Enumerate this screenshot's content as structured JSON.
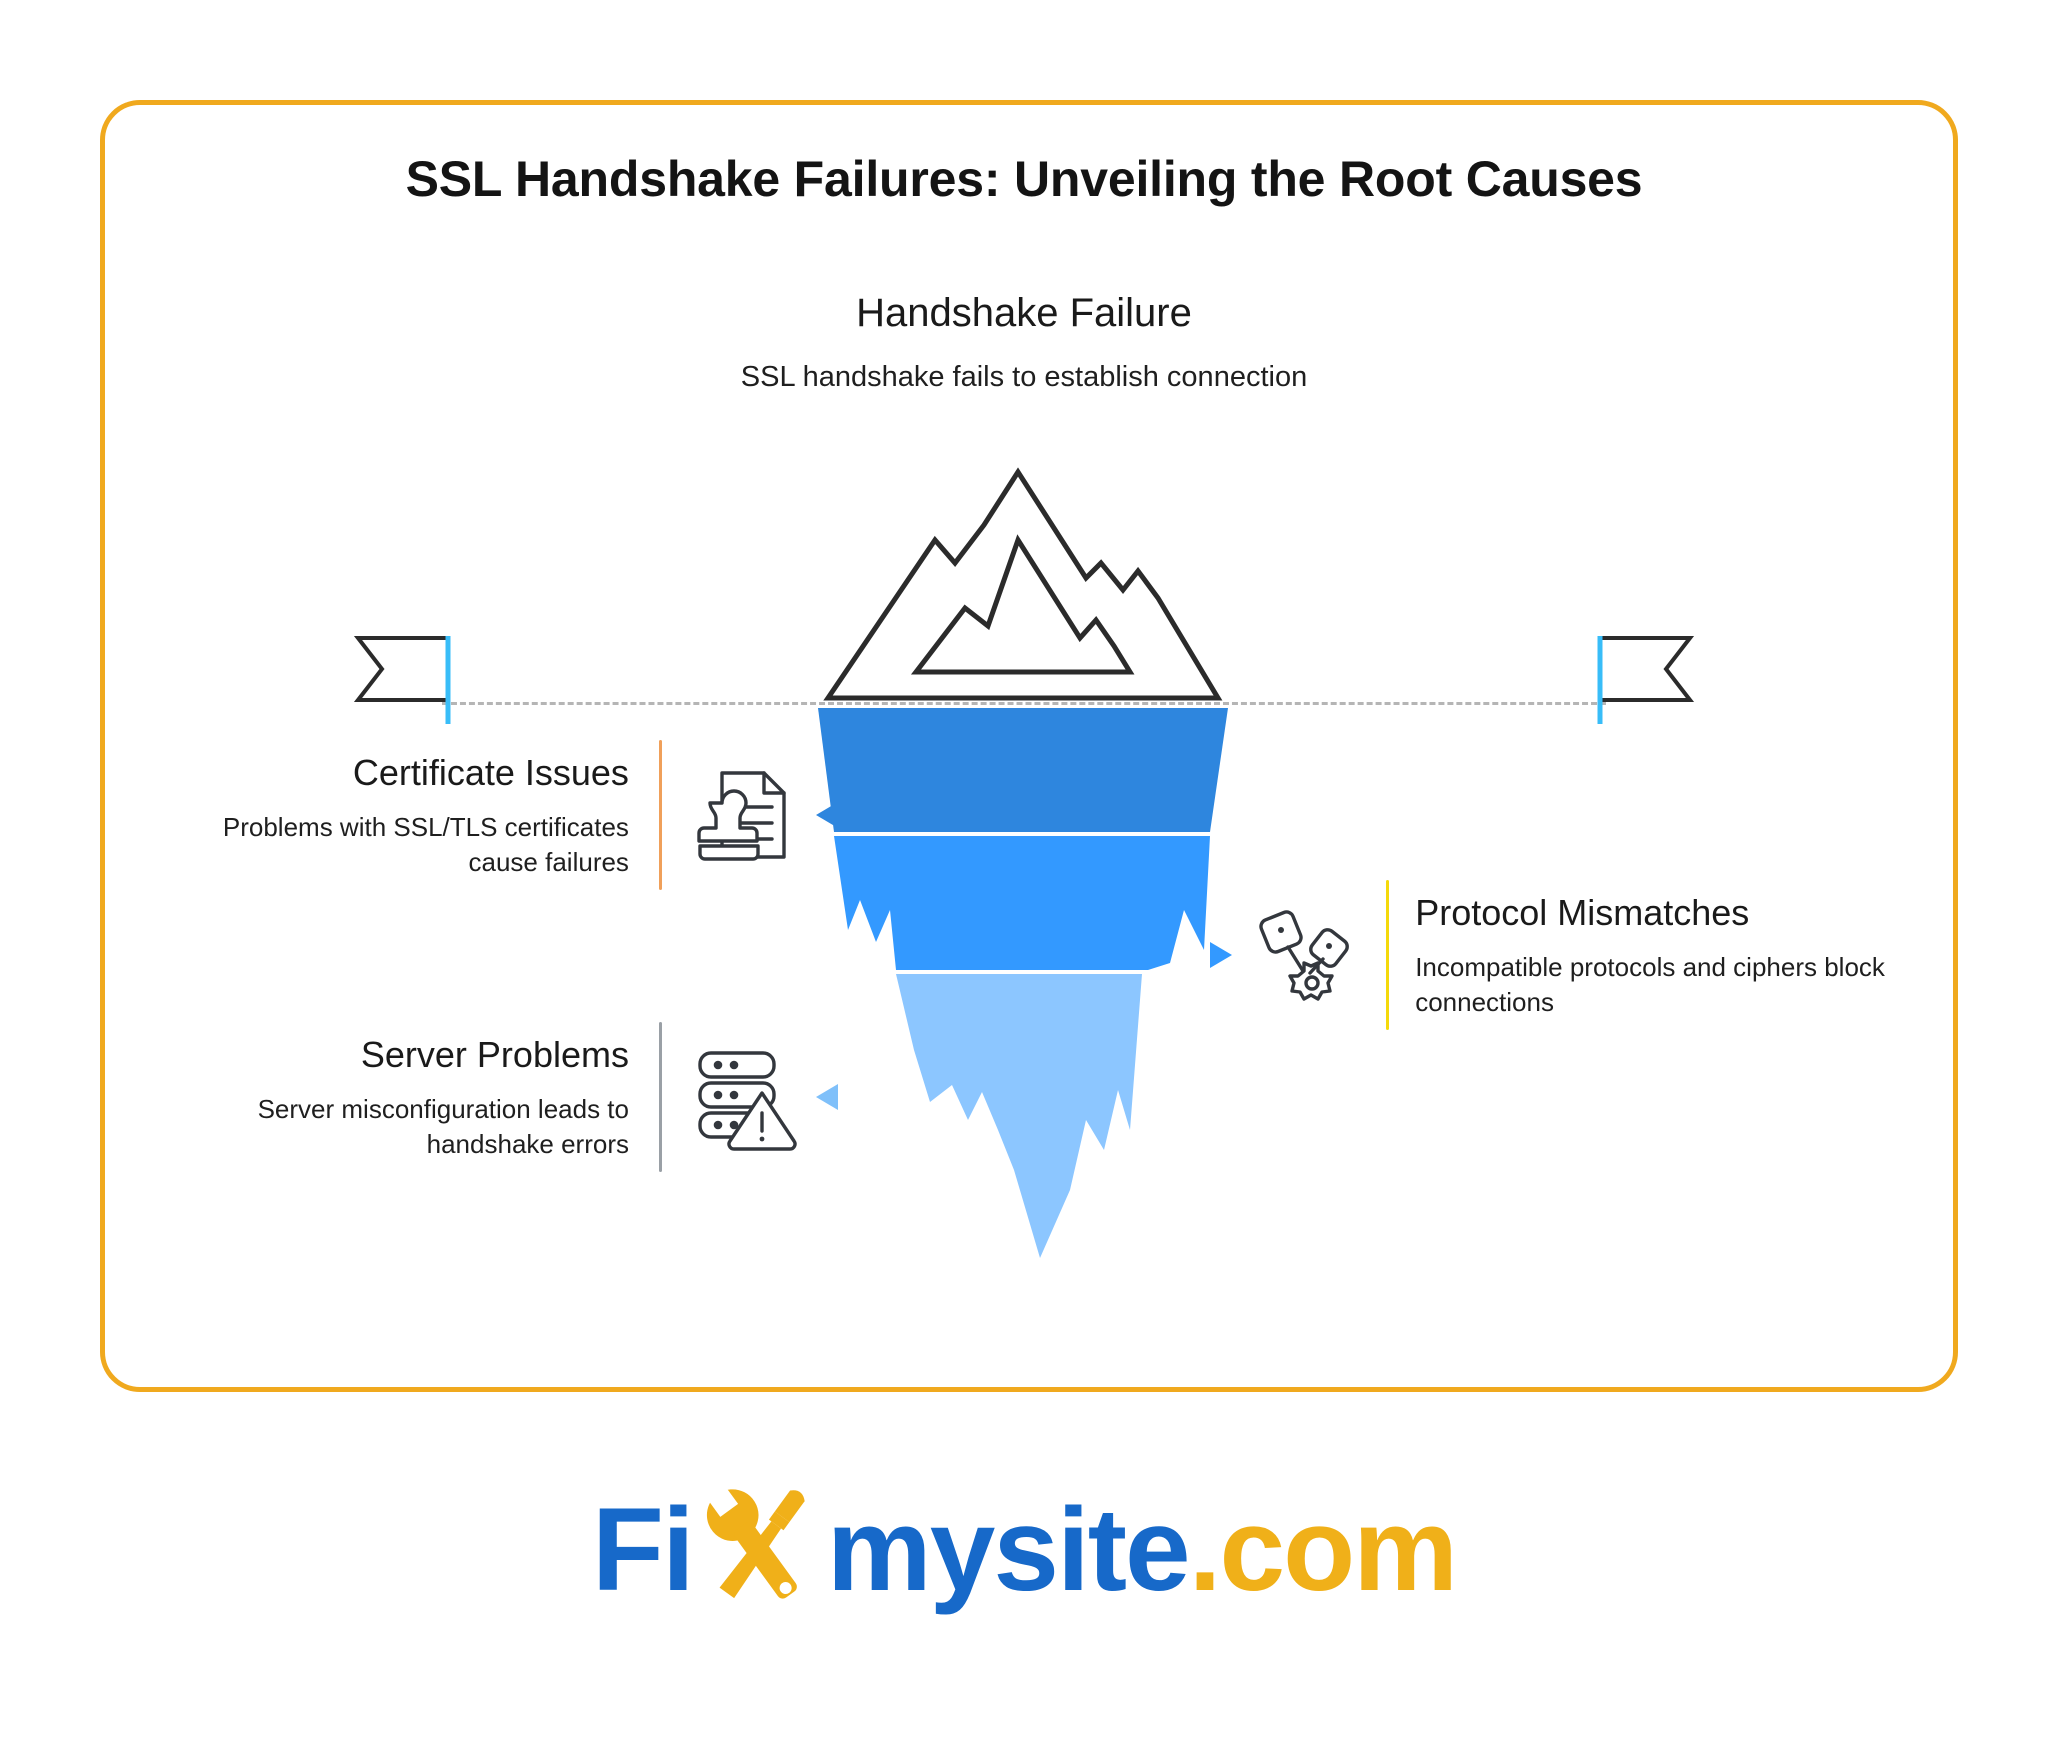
{
  "title": "SSL Handshake Failures: Unveiling the Root Causes",
  "colors": {
    "card_border": "#F0A91E",
    "iceberg_top": "#2E86DE",
    "iceberg_mid": "#3399FF",
    "iceberg_bottom": "#8CC6FF",
    "waterline": "#B5B5B5",
    "flag_pole": "#38BDF8",
    "divider_certificate": "#F0A05A",
    "divider_server": "#9AA0A6",
    "divider_protocol": "#F5D90A",
    "arrow_certificate": "#2E86DE",
    "arrow_server": "#7FC0FA",
    "arrow_protocol": "#3399FF",
    "logo_blue": "#1769C9",
    "logo_gold": "#F0B019"
  },
  "tip": {
    "title": "Handshake Failure",
    "description": "SSL handshake fails to establish connection"
  },
  "callouts": [
    {
      "id": "certificate-issues",
      "title": "Certificate Issues",
      "description": "Problems with SSL/TLS certificates cause failures",
      "icon": "certificate-stamp-icon",
      "side": "left"
    },
    {
      "id": "server-problems",
      "title": "Server Problems",
      "description": "Server misconfiguration leads to handshake errors",
      "icon": "server-warning-icon",
      "side": "left"
    },
    {
      "id": "protocol-mismatches",
      "title": "Protocol Mismatches",
      "description": "Incompatible protocols and ciphers block connections",
      "icon": "protocol-gear-icon",
      "side": "right"
    }
  ],
  "iceberg": {
    "tip_label": "mountain-outline-icon",
    "bands": [
      "certificate-issues",
      "protocol-mismatches",
      "server-problems"
    ]
  },
  "flags": {
    "left": "flag-banner-left-icon",
    "right": "flag-banner-right-icon"
  },
  "logo": {
    "part1": "Fi",
    "mark": "wrench-screwdriver-x-icon",
    "part2": "mysite",
    "part3": ".com"
  }
}
